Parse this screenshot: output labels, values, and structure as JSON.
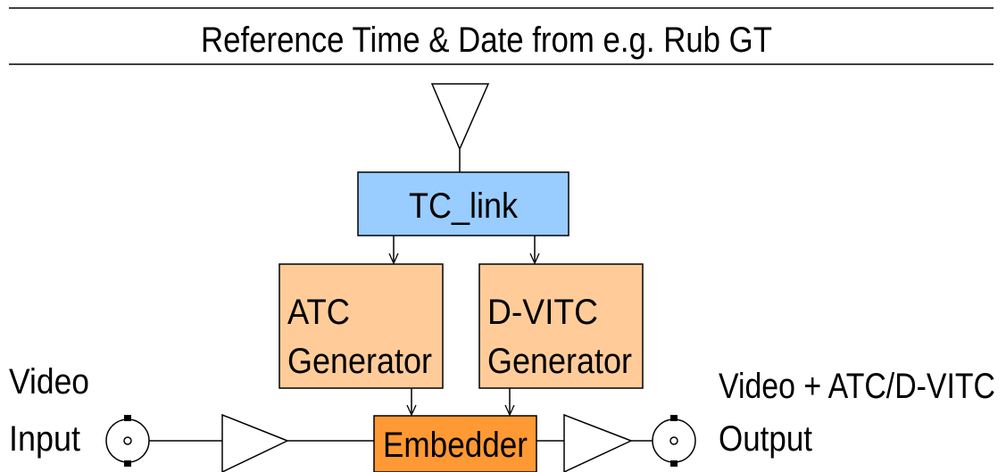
{
  "header": {
    "title": "Reference Time & Date from e.g. Rub GT"
  },
  "blocks": {
    "tc_link": {
      "label": "TC_link",
      "color": "#99ccff"
    },
    "atc_generator": {
      "line1": "ATC",
      "line2": "Generator",
      "color": "#ffcc99"
    },
    "dvitc_generator": {
      "line1": "D-VITC",
      "line2": "Generator",
      "color": "#ffcc99"
    },
    "embedder": {
      "label": "Embedder",
      "color": "#ff9933"
    }
  },
  "io": {
    "video_input": {
      "line1": "Video",
      "line2": "Input"
    },
    "video_output": {
      "line1": "Video + ATC/D-VITC",
      "line2": "Output"
    }
  },
  "colors": {
    "line": "#000000",
    "background": "#ffffff"
  }
}
